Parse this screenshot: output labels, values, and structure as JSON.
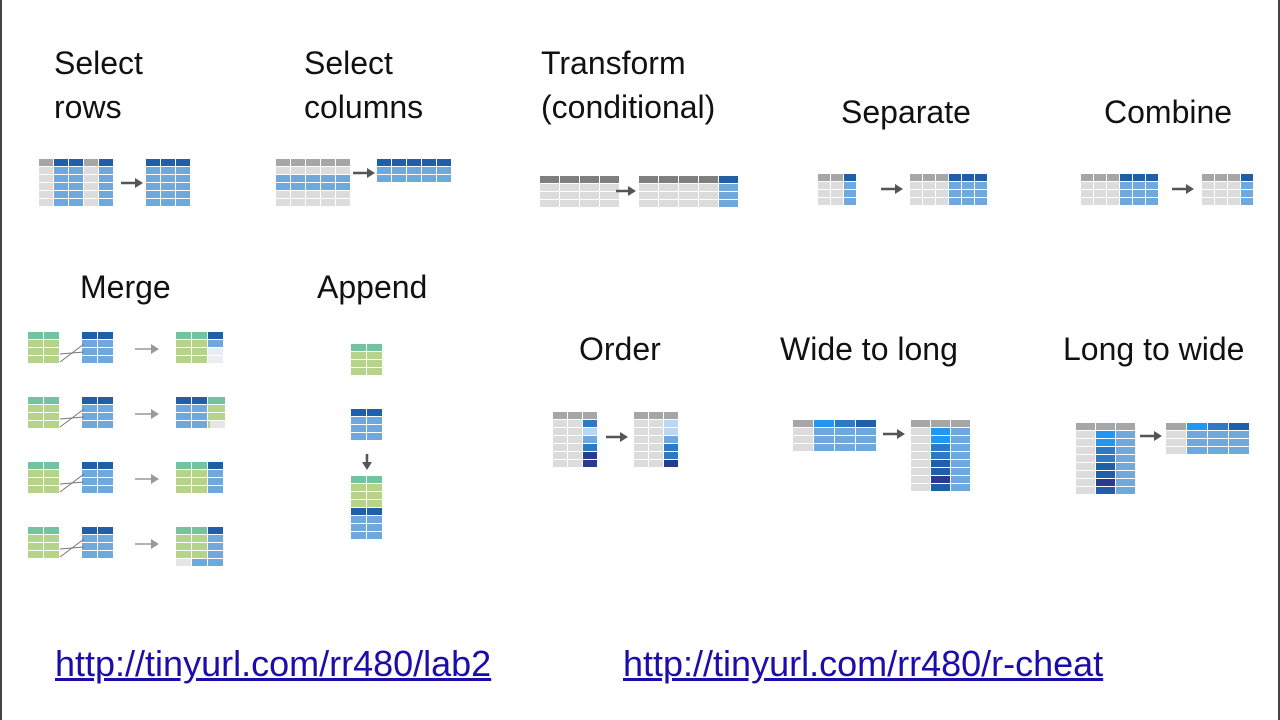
{
  "labels": {
    "select_rows": "Select\nrows",
    "select_columns": "Select\ncolumns",
    "transform": "Transform\n(conditional)",
    "separate": "Separate",
    "combine": "Combine",
    "merge": "Merge",
    "append": "Append",
    "order": "Order",
    "wide_to_long": "Wide to long",
    "long_to_wide": "Long to wide"
  },
  "links": {
    "lab2": "http://tinyurl.com/rr480/lab2",
    "r_cheat": "http://tinyurl.com/rr480/r-cheat"
  },
  "colors": {
    "grey_light": "#dcdcdc",
    "grey_header": "#a6a6a6",
    "grey_dark_header": "#7f7f7f",
    "blue_light": "#6fa8dc",
    "blue_header": "#1f5fa8",
    "blue_medium": "#2f78c4",
    "blue_navy": "#2a3a8f",
    "blue_pale": "#b9d7f0",
    "blue_bright": "#2196f3",
    "green_light": "#b5d48a",
    "green_header": "#72c3a0",
    "arrow": "#555555",
    "link": "#1a0dab"
  }
}
